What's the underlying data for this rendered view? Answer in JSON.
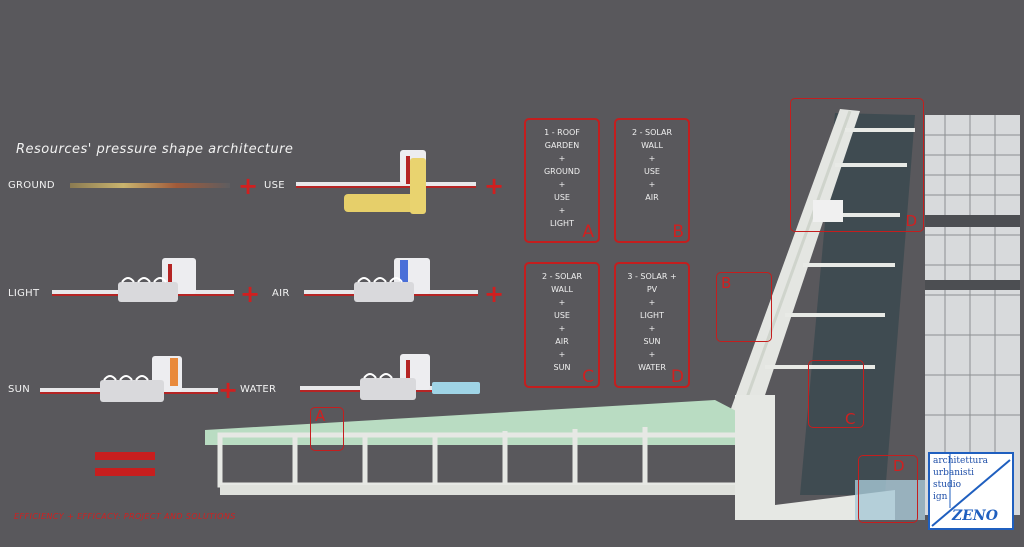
{
  "title": "Resources' pressure shape architecture",
  "labels": {
    "ground": "GROUND",
    "use": "USE",
    "light": "LIGHT",
    "air": "AIR",
    "sun": "SUN",
    "water": "WATER",
    "plus": "+"
  },
  "boxes": [
    {
      "lines": [
        "1 - ROOF",
        "GARDEN",
        "+",
        "GROUND",
        "+",
        "USE",
        "+",
        "LIGHT"
      ],
      "letter": "A"
    },
    {
      "lines": [
        "2 - SOLAR",
        "WALL",
        "+",
        "USE",
        "+",
        "AIR"
      ],
      "letter": "B"
    },
    {
      "lines": [
        "2 - SOLAR",
        "WALL",
        "+",
        "USE",
        "+",
        "AIR",
        "+",
        "SUN"
      ],
      "letter": "C"
    },
    {
      "lines": [
        "3 - SOLAR +",
        "PV",
        "+",
        "LIGHT",
        "+",
        "SUN",
        "+",
        "WATER"
      ],
      "letter": "D"
    }
  ],
  "highlights": {
    "a": "A",
    "b": "B",
    "c": "C",
    "d_top": "D",
    "d_bottom": "D"
  },
  "footer": "EFFICIENCY + EFFICACY: PROJECT AND SOLUTIONS",
  "logo": {
    "lines": [
      "architettura",
      "urbanisti",
      "studio",
      "ign"
    ],
    "mark": "ZENO"
  },
  "colors": {
    "background": "#59585c",
    "accent": "#c41e1e",
    "logo_blue": "#1f5fbf"
  }
}
